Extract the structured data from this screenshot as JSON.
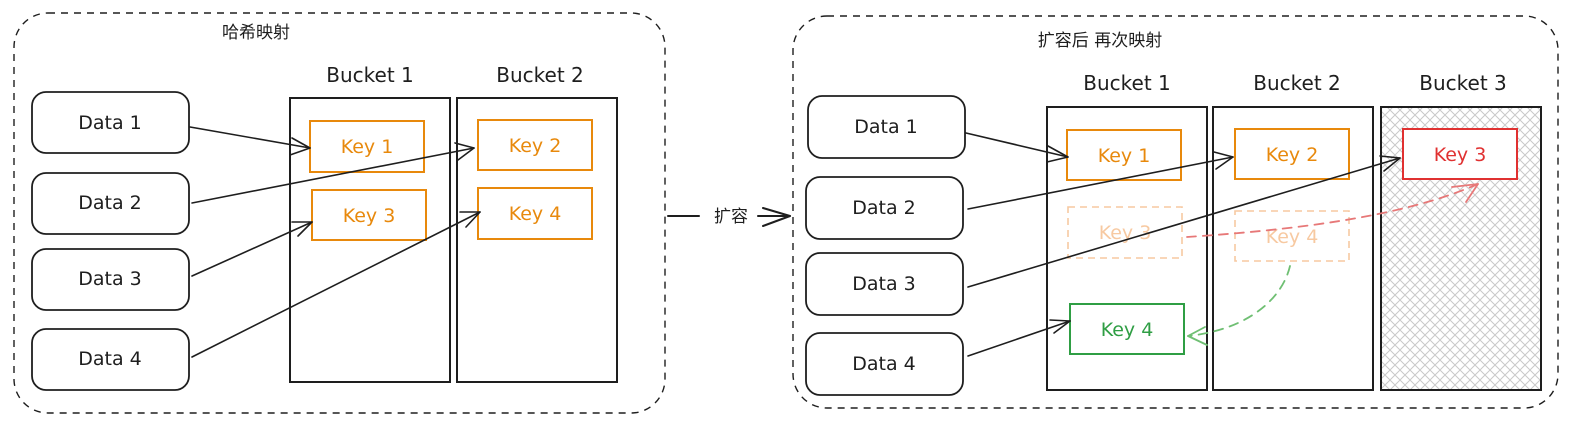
{
  "colors": {
    "stroke": "#1e1e1e",
    "key_orange": "#e8890c",
    "key_faded": "#f7c9a1",
    "key_green": "#2f9e44",
    "key_red": "#e03131",
    "arrow_red": "#e77878",
    "arrow_green": "#6fbf73",
    "hatch": "#c9c9c9"
  },
  "left": {
    "title": "哈希映射",
    "buckets": [
      "Bucket 1",
      "Bucket 2"
    ],
    "data": [
      "Data 1",
      "Data 2",
      "Data 3",
      "Data 4"
    ],
    "keys": [
      "Key 1",
      "Key 2",
      "Key 3",
      "Key 4"
    ]
  },
  "middle": {
    "label": "扩容"
  },
  "right": {
    "title": "扩容后 再次映射",
    "buckets": [
      "Bucket 1",
      "Bucket 2",
      "Bucket 3"
    ],
    "data": [
      "Data 1",
      "Data 2",
      "Data 3",
      "Data 4"
    ],
    "keys": {
      "k1": "Key 1",
      "k2": "Key 2",
      "k3_new": "Key 3",
      "k3_old": "Key 3",
      "k4_old": "Key 4",
      "k4_new": "Key 4"
    }
  }
}
